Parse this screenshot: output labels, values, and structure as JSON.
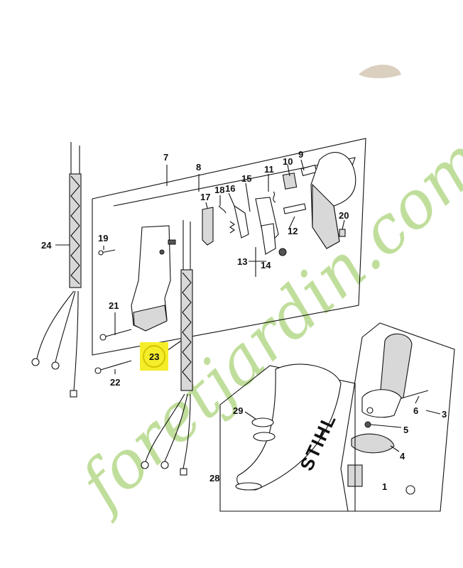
{
  "part_numbers": {
    "p1": "1",
    "p3": "3",
    "p4": "4",
    "p5": "5",
    "p6": "6",
    "p7": "7",
    "p8": "8",
    "p9": "9",
    "p10": "10",
    "p11": "11",
    "p12": "12",
    "p13": "13",
    "p14": "14",
    "p15": "15",
    "p16": "16",
    "p17": "17",
    "p18": "18",
    "p19": "19",
    "p20": "20",
    "p21": "21",
    "p22": "22",
    "p23": "23",
    "p24": "24",
    "p28": "28",
    "p29": "29"
  },
  "brand_mark": "STIHL",
  "watermark": {
    "text": "foretjardin.com",
    "color_leaf": "#b5d88a",
    "color_accent": "#f2b27a",
    "color_tail": "#c9b8a0"
  },
  "highlight": {
    "part": "23",
    "color": "#f4ee2a",
    "ring_color": "#d8c400"
  }
}
